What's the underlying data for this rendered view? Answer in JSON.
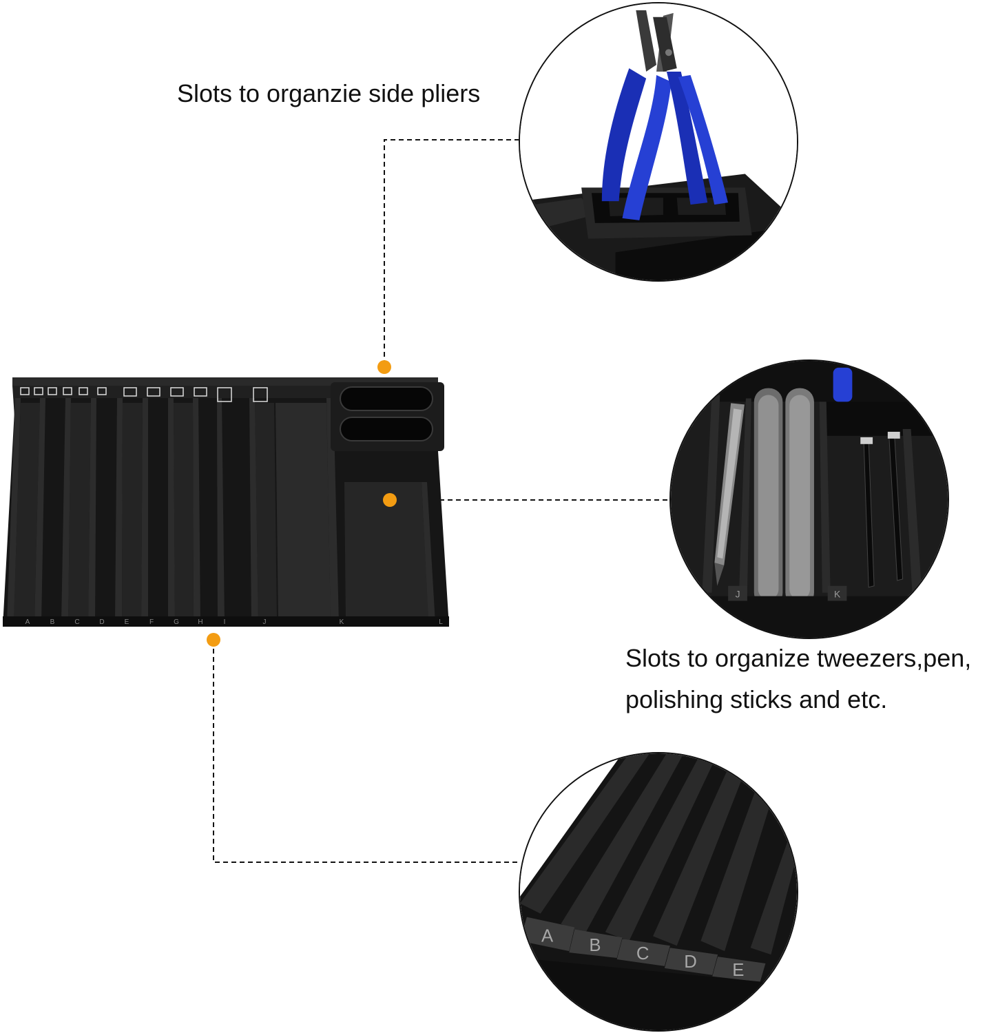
{
  "captions": {
    "pliers": "Slots to organzie side pliers",
    "tweezers_line1": "Slots to organize tweezers,pen,",
    "tweezers_line2": "polishing sticks and etc."
  },
  "organizer": {
    "slot_labels": [
      "A",
      "B",
      "C",
      "D",
      "E",
      "F",
      "G",
      "H",
      "I",
      "J",
      "K",
      "L"
    ],
    "zoom_tweezers_labels": [
      "J",
      "K"
    ],
    "zoom_slots_labels": [
      "A",
      "B",
      "C",
      "D",
      "E"
    ]
  },
  "colors": {
    "marker": "#f39c12",
    "tray": "#1b1b1b",
    "pliers_handle": "#1a2fb5"
  }
}
